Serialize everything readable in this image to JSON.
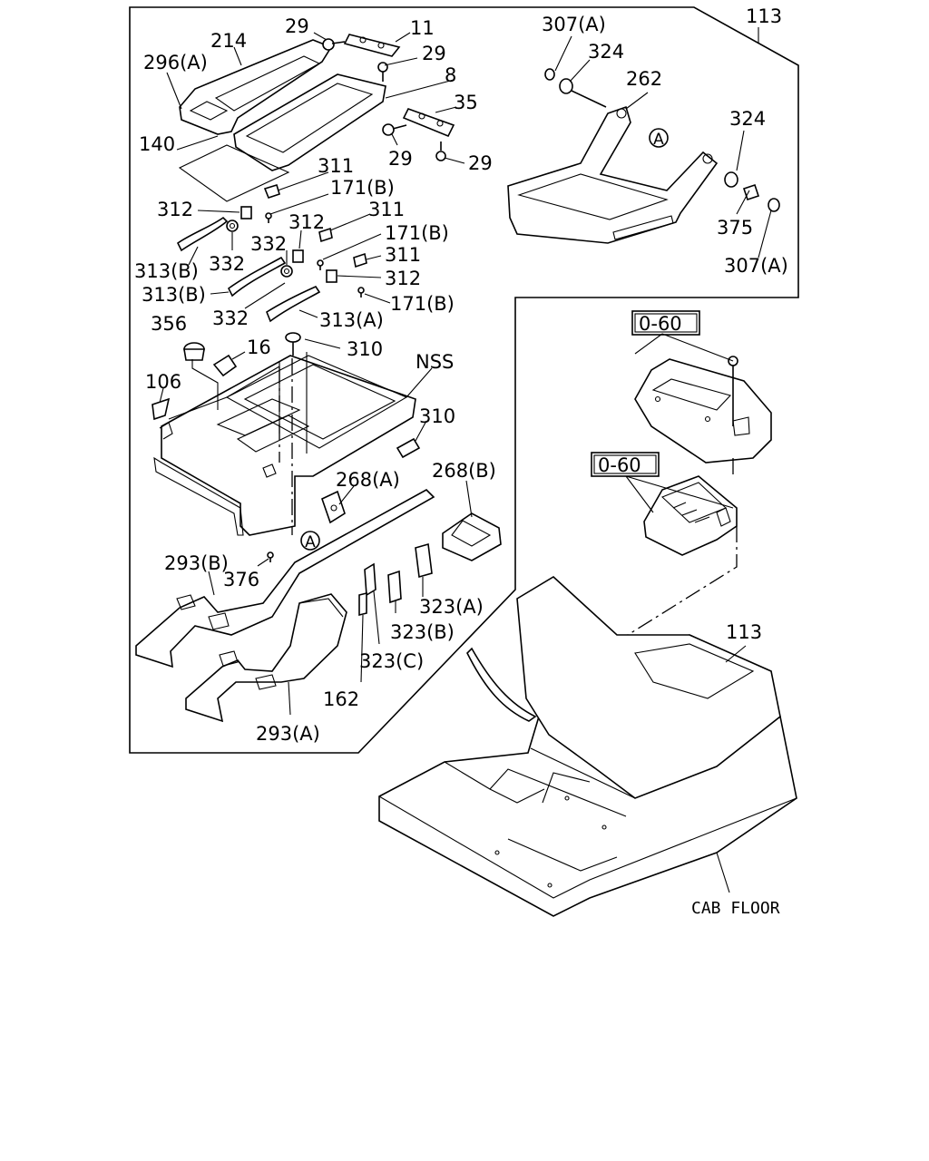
{
  "labels": {
    "l113a": "113",
    "l29a": "29",
    "l11": "11",
    "l214": "214",
    "l296a": "296(A)",
    "l29b": "29",
    "l8": "8",
    "l35": "35",
    "l140": "140",
    "l29c": "29",
    "l29d": "29",
    "l311a": "311",
    "l171ba": "171(B)",
    "l312a": "312",
    "l312b": "312",
    "l311b": "311",
    "l171bb": "171(B)",
    "l332a": "332",
    "l332b": "332",
    "l311c": "311",
    "l313ba": "313(B)",
    "l312c": "312",
    "l313bb": "313(B)",
    "l171bc": "171(B)",
    "l332c": "332",
    "l313a": "313(A)",
    "l356": "356",
    "l16": "16",
    "l310a": "310",
    "l106": "106",
    "lnss": "NSS",
    "l310b": "310",
    "l268a": "268(A)",
    "l268b": "268(B)",
    "l293b": "293(B)",
    "l376": "376",
    "l323a": "323(A)",
    "l323b": "323(B)",
    "l323c": "323(C)",
    "l162": "162",
    "l293a": "293(A)",
    "l307aa": "307(A)",
    "l324a": "324",
    "l262": "262",
    "l324b": "324",
    "l375": "375",
    "l307ab": "307(A)",
    "lref1": "0-60",
    "lref2": "0-60",
    "l113b": "113",
    "lcab": "CAB FLOOR",
    "circA1": "A",
    "circA2": "A"
  }
}
